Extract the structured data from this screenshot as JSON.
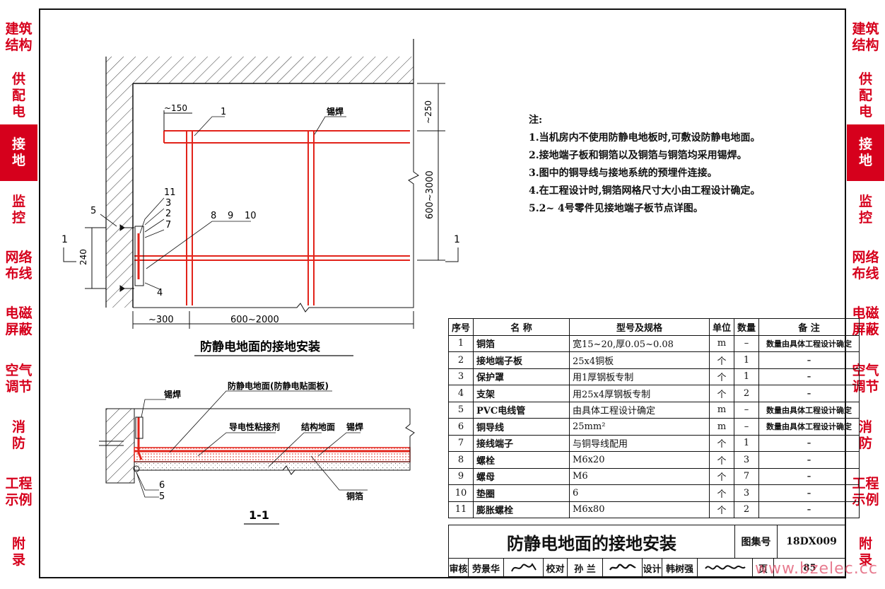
{
  "side_tabs": [
    {
      "label": "建筑\n结构",
      "active": false
    },
    {
      "label": "供\n配\n电",
      "active": false
    },
    {
      "label": "接\n地",
      "active": true
    },
    {
      "label": "监\n控",
      "active": false
    },
    {
      "label": "网络\n布线",
      "active": false
    },
    {
      "label": "电磁\n屏蔽",
      "active": false
    },
    {
      "label": "空气\n调节",
      "active": false
    },
    {
      "label": "消\n防",
      "active": false
    },
    {
      "label": "工程\n示例",
      "active": false
    },
    {
      "label": "附\n录",
      "active": false
    }
  ],
  "plan": {
    "caption": "防静电地面的接地安装",
    "dim_150": "~150",
    "dim_250": "~250",
    "dim_600_3000": "600~3000",
    "dim_240": "240",
    "dim_300": "~300",
    "dim_600_2000": "600~2000",
    "weld_label": "锡焊",
    "section_mark": "1",
    "callouts": [
      "1",
      "11",
      "3",
      "2",
      "7",
      "5",
      "4",
      "8",
      "9",
      "10"
    ]
  },
  "section": {
    "title": "1-1",
    "labels": {
      "weld_top": "锡焊",
      "floor": "防静电地面(防静电贴面板)",
      "adhesive": "导电性粘接剂",
      "structure": "结构地面",
      "weld_right": "锡焊",
      "foil": "铜箔",
      "num6": "6",
      "num5": "5"
    }
  },
  "notes": {
    "heading": "注:",
    "items": [
      "1.当机房内不使用防静电地板时,可敷设防静电地面。",
      "2.接地端子板和铜箔以及铜箔与铜箔均采用锡焊。",
      "3.图中的铜导线与接地系统的预埋件连接。",
      "4.在工程设计时,铜箔网格尺寸大小由工程设计确定。",
      "5.2~ 4号零件见接地端子板节点详图。"
    ]
  },
  "parts_table": {
    "headers": [
      "序号",
      "名 称",
      "型号及规格",
      "单位",
      "数量",
      "备 注"
    ],
    "rows": [
      [
        "1",
        "铜箔",
        "宽15~20,厚0.05~0.08",
        "m",
        "–",
        "数量由具体工程设计确定"
      ],
      [
        "2",
        "接地端子板",
        "25x4铜板",
        "个",
        "1",
        "–"
      ],
      [
        "3",
        "保护罩",
        "用1厚钢板专制",
        "个",
        "1",
        "–"
      ],
      [
        "4",
        "支架",
        "用25x4厚钢板专制",
        "个",
        "2",
        "–"
      ],
      [
        "5",
        "PVC电线管",
        "由具体工程设计确定",
        "m",
        "–",
        "数量由具体工程设计确定"
      ],
      [
        "6",
        "铜导线",
        "25mm²",
        "m",
        "–",
        "数量由具体工程设计确定"
      ],
      [
        "7",
        "接线端子",
        "与铜导线配用",
        "个",
        "1",
        "–"
      ],
      [
        "8",
        "螺栓",
        "M6x20",
        "个",
        "3",
        "–"
      ],
      [
        "9",
        "螺母",
        "M6",
        "个",
        "7",
        "–"
      ],
      [
        "10",
        "垫圈",
        "6",
        "个",
        "3",
        "–"
      ],
      [
        "11",
        "膨胀螺栓",
        "M6x80",
        "个",
        "2",
        "–"
      ]
    ]
  },
  "title_block": {
    "title": "防静电地面的接地安装",
    "atlas_label": "图集号",
    "atlas_value": "18DX009",
    "review_label": "审核",
    "review_name": "劳景华",
    "check_label": "校对",
    "check_name": "孙 兰",
    "design_label": "设计",
    "design_name": "韩树强",
    "page_label": "页",
    "page_value": "85"
  },
  "watermark": "www.bzelec.cc",
  "colors": {
    "accent": "#d6001c",
    "copper": "#e2231a",
    "ink": "#111111"
  }
}
